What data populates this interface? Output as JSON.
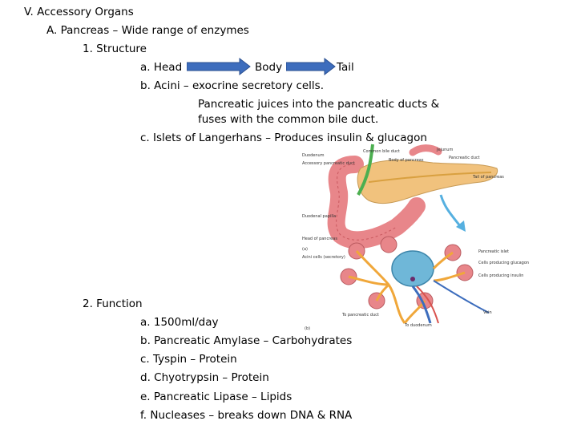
{
  "outline": {
    "section": "V. Accessory Organs",
    "topic": "A. Pancreas – Wide range of enzymes",
    "structure_heading": "1. Structure",
    "structure_a_head": "a. Head",
    "structure_a_body": "Body",
    "structure_a_tail": "Tail",
    "structure_b": "b. Acini – exocrine secretory cells.",
    "structure_b_note1": "Pancreatic juices into the pancreatic ducts &",
    "structure_b_note2": "fuses with the common bile duct.",
    "structure_c": "c. Islets of Langerhans – Produces insulin & glucagon",
    "function_heading": "2. Function",
    "functions": [
      "a. 1500ml/day",
      "b. Pancreatic Amylase – Carbohydrates",
      "c. Tyspin – Protein",
      "d. Chyotrypsin – Protein",
      "e. Pancreatic Lipase – Lipids",
      "f. Nucleases – breaks down DNA & RNA"
    ]
  },
  "diagram": {
    "labels": {
      "common_bile_duct": "Common bile duct",
      "jejunum": "Jejunum",
      "duodenum": "Duodenum",
      "accessory_duct": "Accessory pancreatic duct",
      "body_of_pancreas": "Body of pancreas",
      "pancreatic_duct": "Pancreatic duct",
      "tail_of_pancreas": "Tail of pancreas",
      "duodenal_papilla": "Duodenal papilla",
      "head_of_pancreas": "Head of pancreas",
      "acinar_cells": "Acini cells (secretory)",
      "pancreatic_islet": "Pancreatic islet",
      "cells_insulin": "Cells producing glucagon",
      "cells_glucagon": "Cells producing insulin",
      "vein": "Vein",
      "to_pancreatic_duct": "To pancreatic duct",
      "to_duodenum": "To duodenum",
      "fig_a": "(a)",
      "fig_b": "(b)"
    },
    "colors": {
      "pancreas": "#f1c27d",
      "duodenum": "#e8868a",
      "bile_duct": "#4caf50",
      "duct": "#f0a73a",
      "islet": "#6fb7d8",
      "arrow": "#3d6dbd",
      "blue_arrow": "#56b0e0"
    }
  }
}
